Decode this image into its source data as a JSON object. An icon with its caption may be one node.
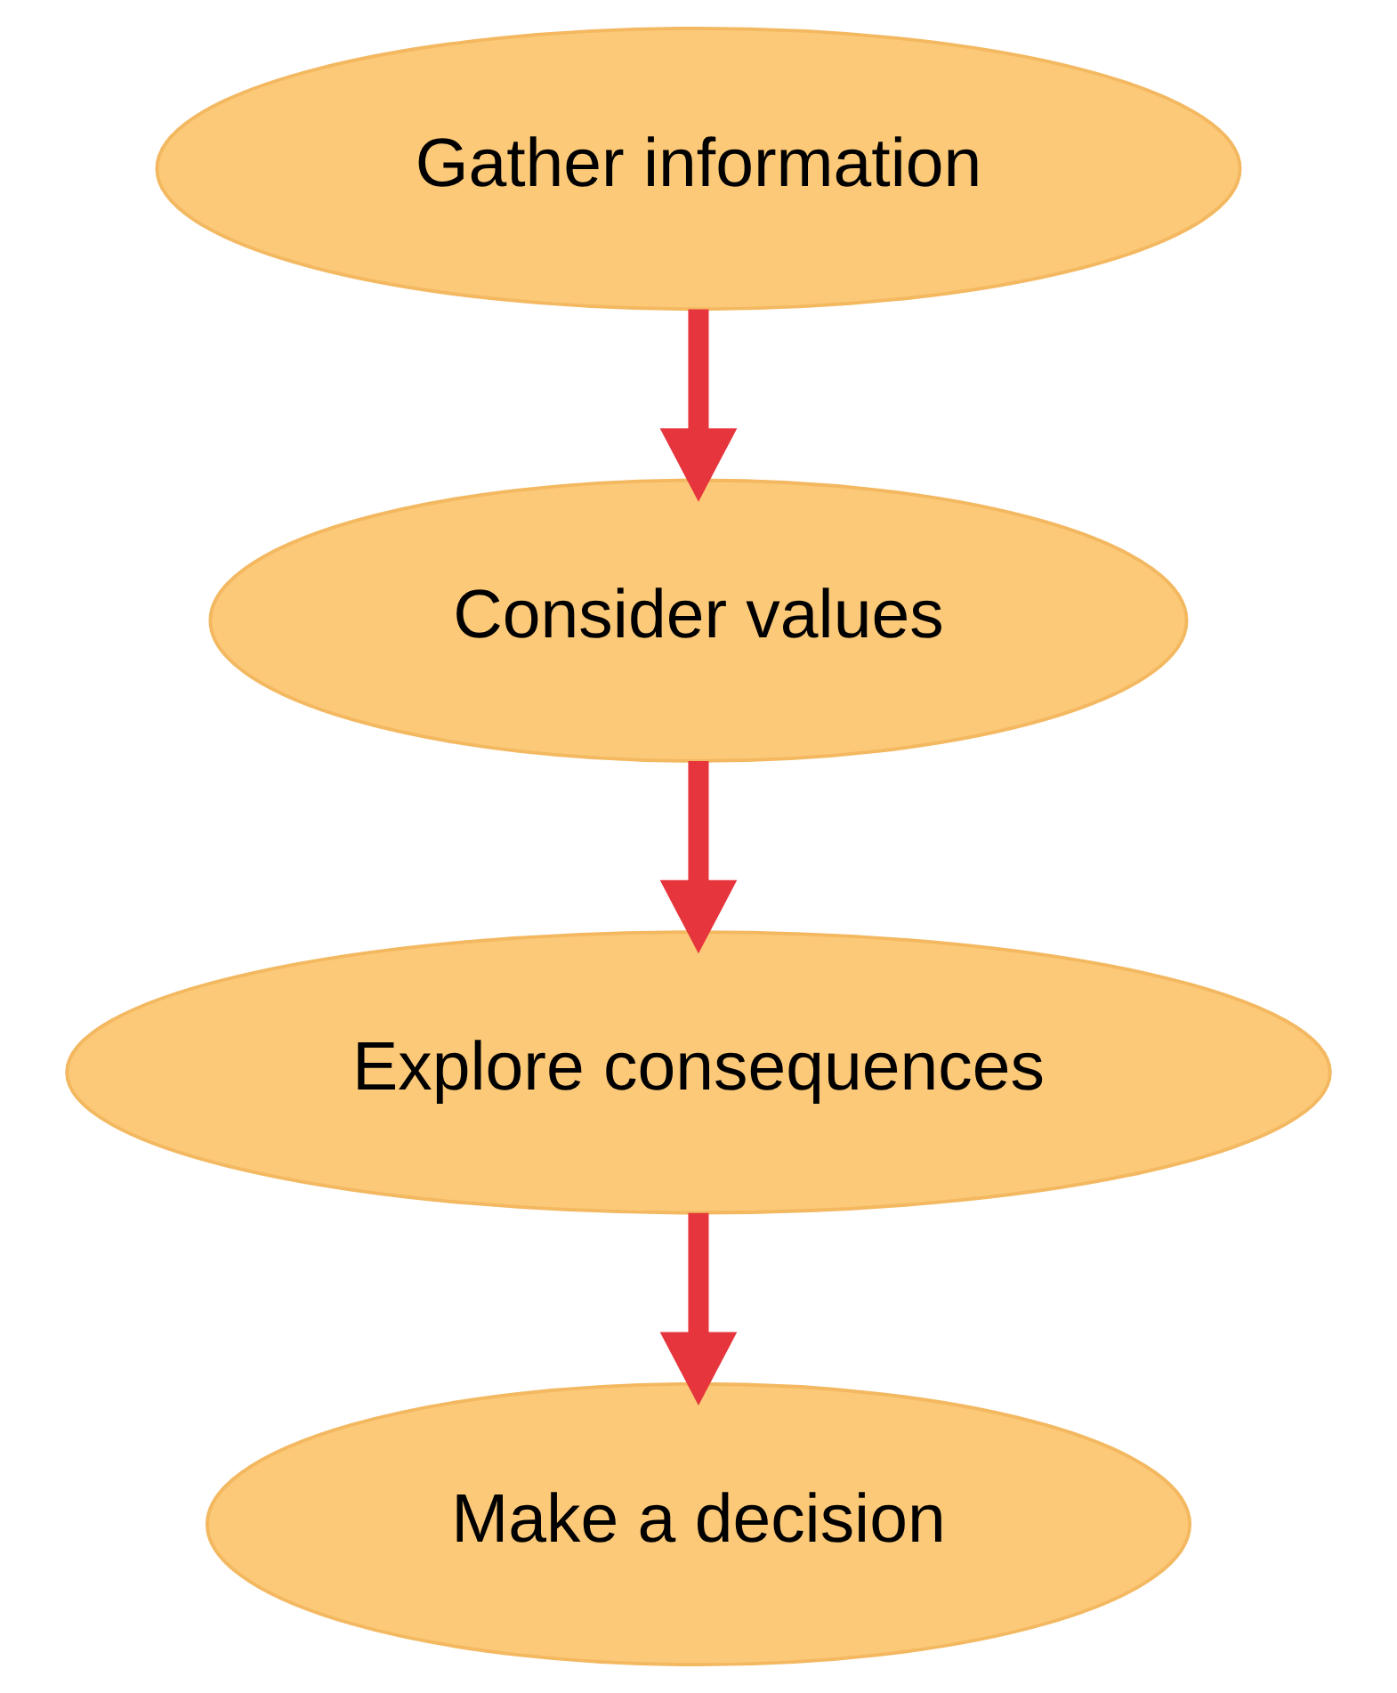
{
  "diagram": {
    "nodes": [
      {
        "text": [
          "Gather information"
        ]
      },
      {
        "text": [
          "Consider values"
        ]
      },
      {
        "text": [
          "Explore consequences"
        ]
      },
      {
        "text": [
          "Make a decision"
        ]
      }
    ],
    "edges": [
      {
        "from": 0,
        "to": 1,
        "arrow": "to"
      },
      {
        "from": 1,
        "to": 2,
        "arrow": "to"
      },
      {
        "from": 2,
        "to": 3,
        "arrow": "to"
      }
    ]
  }
}
